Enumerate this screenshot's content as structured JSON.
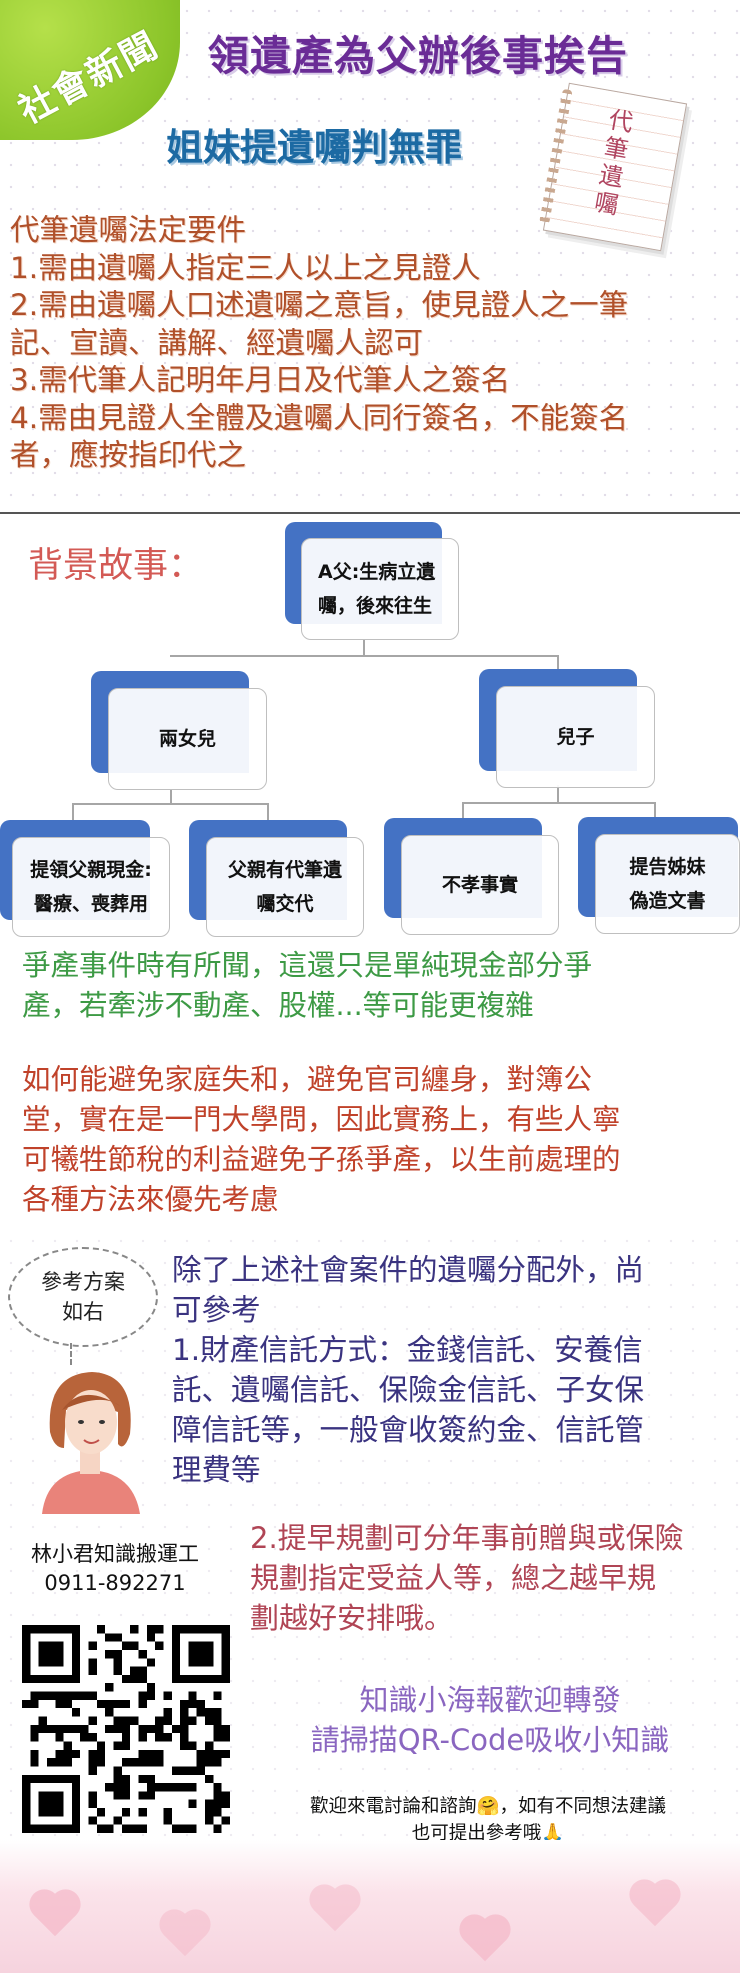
{
  "header": {
    "badge": "社會新聞",
    "title": "領遺產為父辦後事挨告",
    "subtitle": "姐妹提遺囑判無罪",
    "notebook_label": "代筆遺囑"
  },
  "requirements": {
    "lines": [
      "代筆遺囑法定要件",
      "1.需由遺囑人指定三人以上之見證人",
      "2.需由遺囑人口述遺囑之意旨，使見證人之一筆",
      "記、宣讀、講解、經遺囑人認可",
      "3.需代筆人記明年月日及代筆人之簽名",
      "4.需由見證人全體及遺囑人同行簽名，不能簽名",
      "者，應按指印代之"
    ]
  },
  "story": {
    "label": "背景故事：",
    "root": "A父:生病立遺\n囑，後來往生",
    "daughters": "兩女兒",
    "son": "兒子",
    "d1": "提領父親現金:\n醫療、喪葬用",
    "d2": "父親有代筆遺\n囑交代",
    "s1": "不孝事實",
    "s2": "提告姊妹\n偽造文書"
  },
  "green_text": [
    "爭產事件時有所聞，這還只是單純現金部分爭",
    "產，若牽涉不動產、股權...等可能更複雜"
  ],
  "red_text": [
    "如何能避免家庭失和，避免官司纏身，對簿公",
    "堂，實在是一門大學問，因此實務上，有些人寧",
    "可犧牲節稅的利益避免子孫爭產，以生前處理的",
    "各種方法來優先考慮"
  ],
  "advice": {
    "bubble": [
      "參考方案",
      "如右"
    ],
    "lines": [
      "除了上述社會案件的遺囑分配外，尚",
      "可參考",
      "1.財產信託方式：金錢信託、安養信",
      "託、遺囑信託、保險金信託、子女保",
      "障信託等，一般會收簽約金、信託管",
      "理費等"
    ],
    "plan2": [
      "2.提早規劃可分年事前贈與或保險",
      "規劃指定受益人等，總之越早規",
      "劃越好安排哦。"
    ]
  },
  "contact": {
    "name": "林小君知識搬運工",
    "phone": "0911-892271"
  },
  "share": [
    "知識小海報歡迎轉發",
    "請掃描QR-Code吸收小知識"
  ],
  "note": [
    "歡迎來電討論和諮詢🤗，如有不同想法建議",
    "也可提出參考哦🙏"
  ]
}
